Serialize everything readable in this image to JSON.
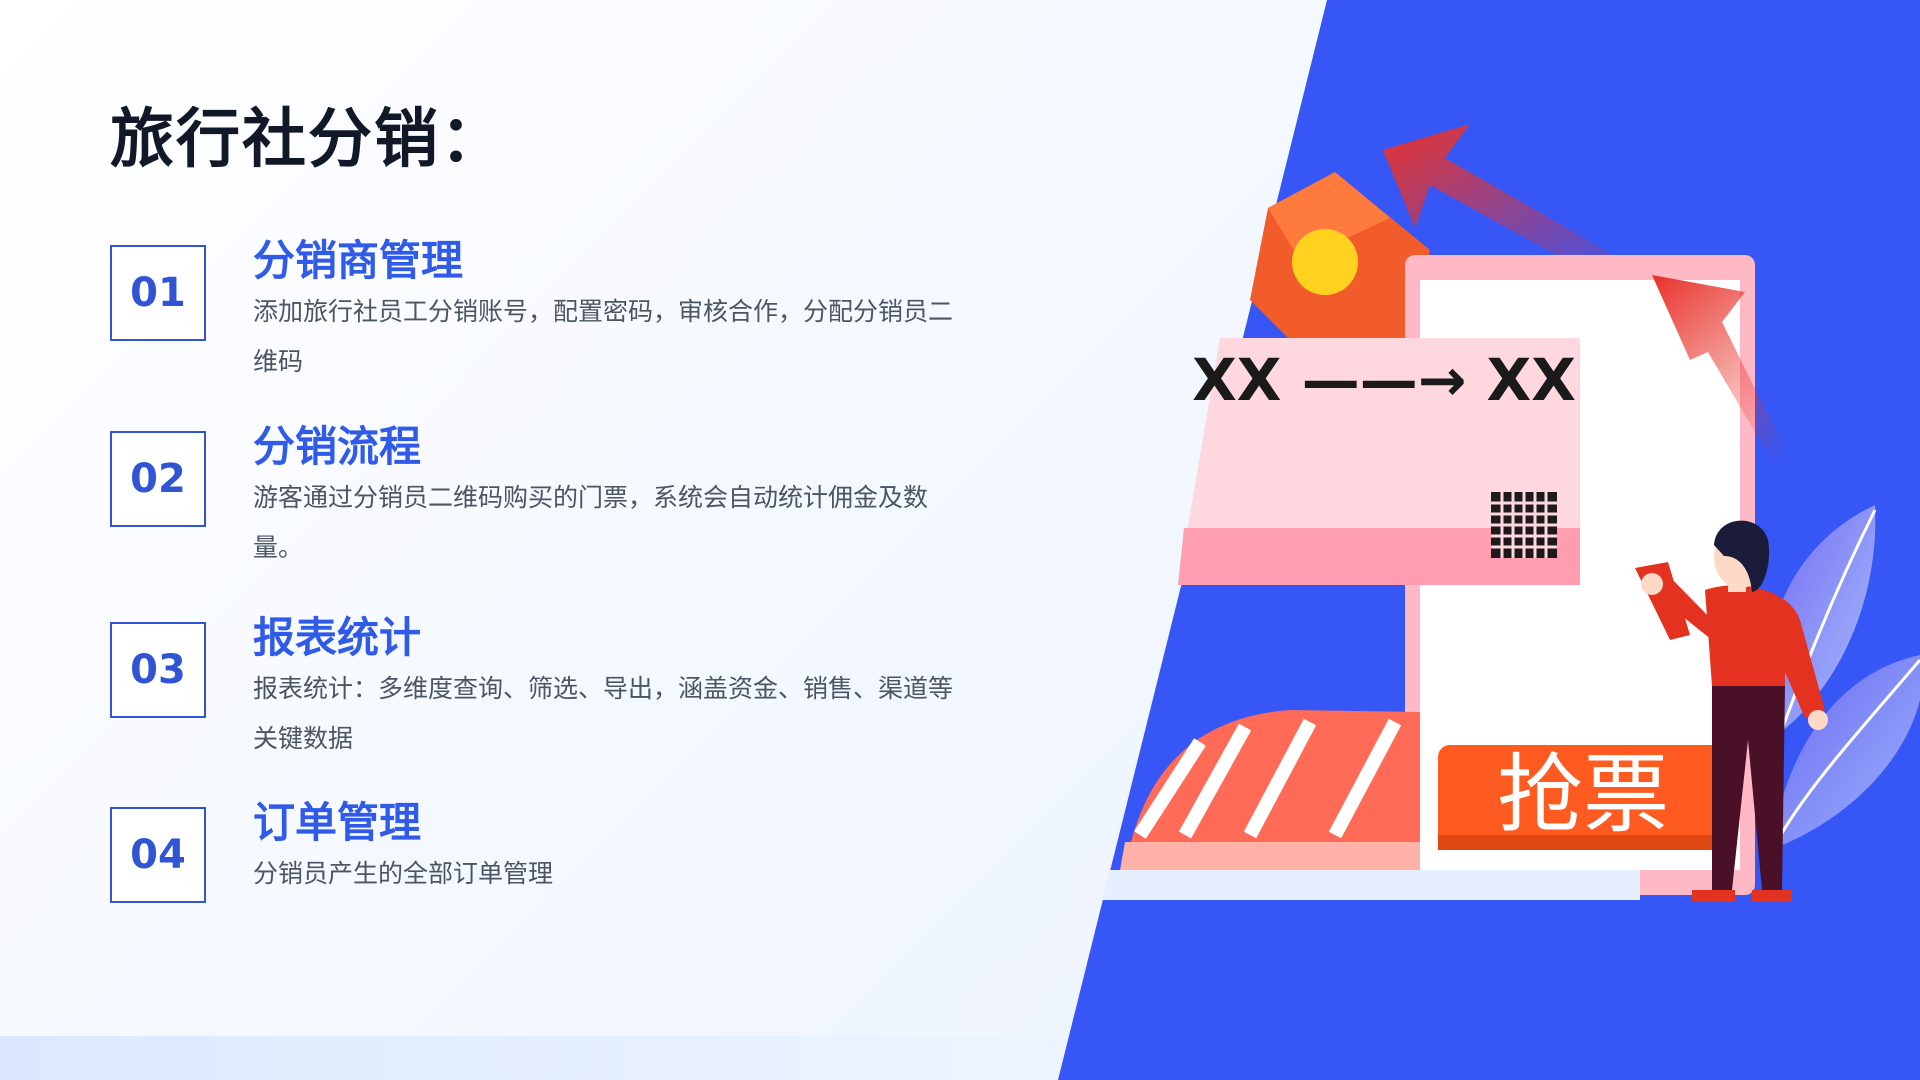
{
  "slide": {
    "title": "旅行社分销：",
    "accent_color": "#3656f5",
    "items": [
      {
        "number": "01",
        "title": "分销商管理",
        "desc": "添加旅行社员工分销账号，配置密码，审核合作，分配分销员二维码"
      },
      {
        "number": "02",
        "title": "分销流程",
        "desc": "游客通过分销员二维码购买的门票，系统会自动统计佣金及数量。"
      },
      {
        "number": "03",
        "title": "报表统计",
        "desc": "报表统计：多维度查询、筛选、导出，涵盖资金、销售、渠道等关键数据"
      },
      {
        "number": "04",
        "title": "订单管理",
        "desc": "分销员产生的全部订单管理"
      }
    ]
  },
  "illustration": {
    "ticket_text": "XX ——→ XX",
    "button_label": "抢票"
  }
}
